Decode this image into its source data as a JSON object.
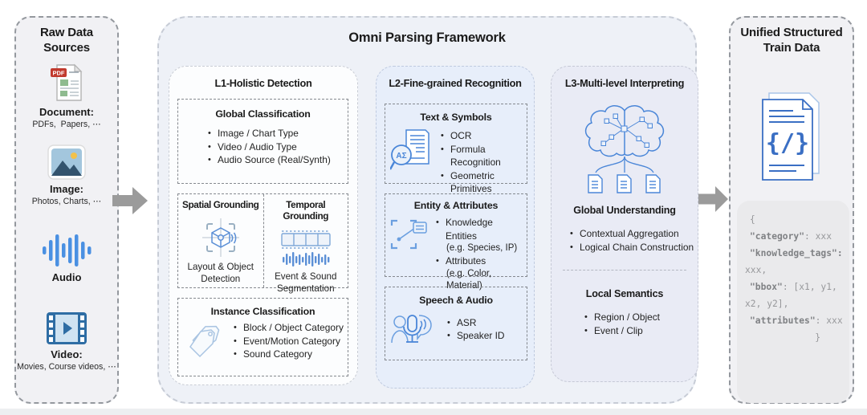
{
  "raw_data": {
    "title": "Raw Data Sources",
    "items": [
      {
        "label": "Document:",
        "sub": "PDFs,  Papers, ⋯"
      },
      {
        "label": "Image:",
        "sub": "Photos, Charts, ⋯"
      },
      {
        "label": "Audio",
        "sub": ""
      },
      {
        "label": "Video:",
        "sub": "Movies, Course videos, ⋯"
      }
    ]
  },
  "framework": {
    "title": "Omni Parsing Framework",
    "l1": {
      "header": "L1-Holistic Detection",
      "global_classification": {
        "title": "Global Classification",
        "bullets": [
          "Image / Chart Type",
          "Video / Audio Type",
          "Audio Source (Real/Synth)"
        ]
      },
      "spatial": {
        "title": "Spatial Grounding",
        "caption_line1": "Layout & Object",
        "caption_line2": "Detection"
      },
      "temporal": {
        "title": "Temporal Grounding",
        "caption_line1": "Event & Sound",
        "caption_line2": "Segmentation"
      },
      "instance": {
        "title": "Instance Classification",
        "bullets": [
          "Block / Object Category",
          "Event/Motion Category",
          "Sound Category"
        ]
      }
    },
    "l2": {
      "header": "L2-Fine-grained Recognition",
      "text_symbols": {
        "title": "Text & Symbols",
        "bullets": [
          "OCR",
          "Formula Recognition",
          "Geometric Primitives"
        ]
      },
      "entity_attributes": {
        "title": "Entity & Attributes",
        "items": [
          {
            "text": "Knowledge Entities",
            "sub": "(e.g. Species, IP)"
          },
          {
            "text": "Attributes",
            "sub": "(e.g. Color, Material)"
          }
        ]
      },
      "speech_audio": {
        "title": "Speech & Audio",
        "bullets": [
          "ASR",
          "Speaker ID"
        ]
      }
    },
    "l3": {
      "header": "L3-Multi-level Interpreting",
      "global_understanding": {
        "title": "Global Understanding",
        "bullets": [
          "Contextual Aggregation",
          "Logical Chain Construction"
        ]
      },
      "local_semantics": {
        "title": "Local Semantics",
        "bullets": [
          "Region / Object",
          "Event / Clip"
        ]
      }
    }
  },
  "output": {
    "title": "Unified Structured Train Data",
    "code": {
      "open": "{",
      "category_key": "\"category\"",
      "category_rest": ": xxx",
      "ktags_key": "\"knowledge_tags\":",
      "ktags_cont": "xxx,",
      "bbox_key": "\"bbox\"",
      "bbox_rest": ": [x1, y1,",
      "bbox_cont": "x2, y2],",
      "attr_key": "\"attributes\"",
      "attr_rest": ": xxx",
      "close": "}"
    }
  },
  "colors": {
    "accent_blue": "#4a86d8",
    "light_blue": "#a9c4e2",
    "arrow_gray": "#9b9b9b",
    "l2_bg": "#e7eefa",
    "l3_bg": "#e9ebf5"
  }
}
